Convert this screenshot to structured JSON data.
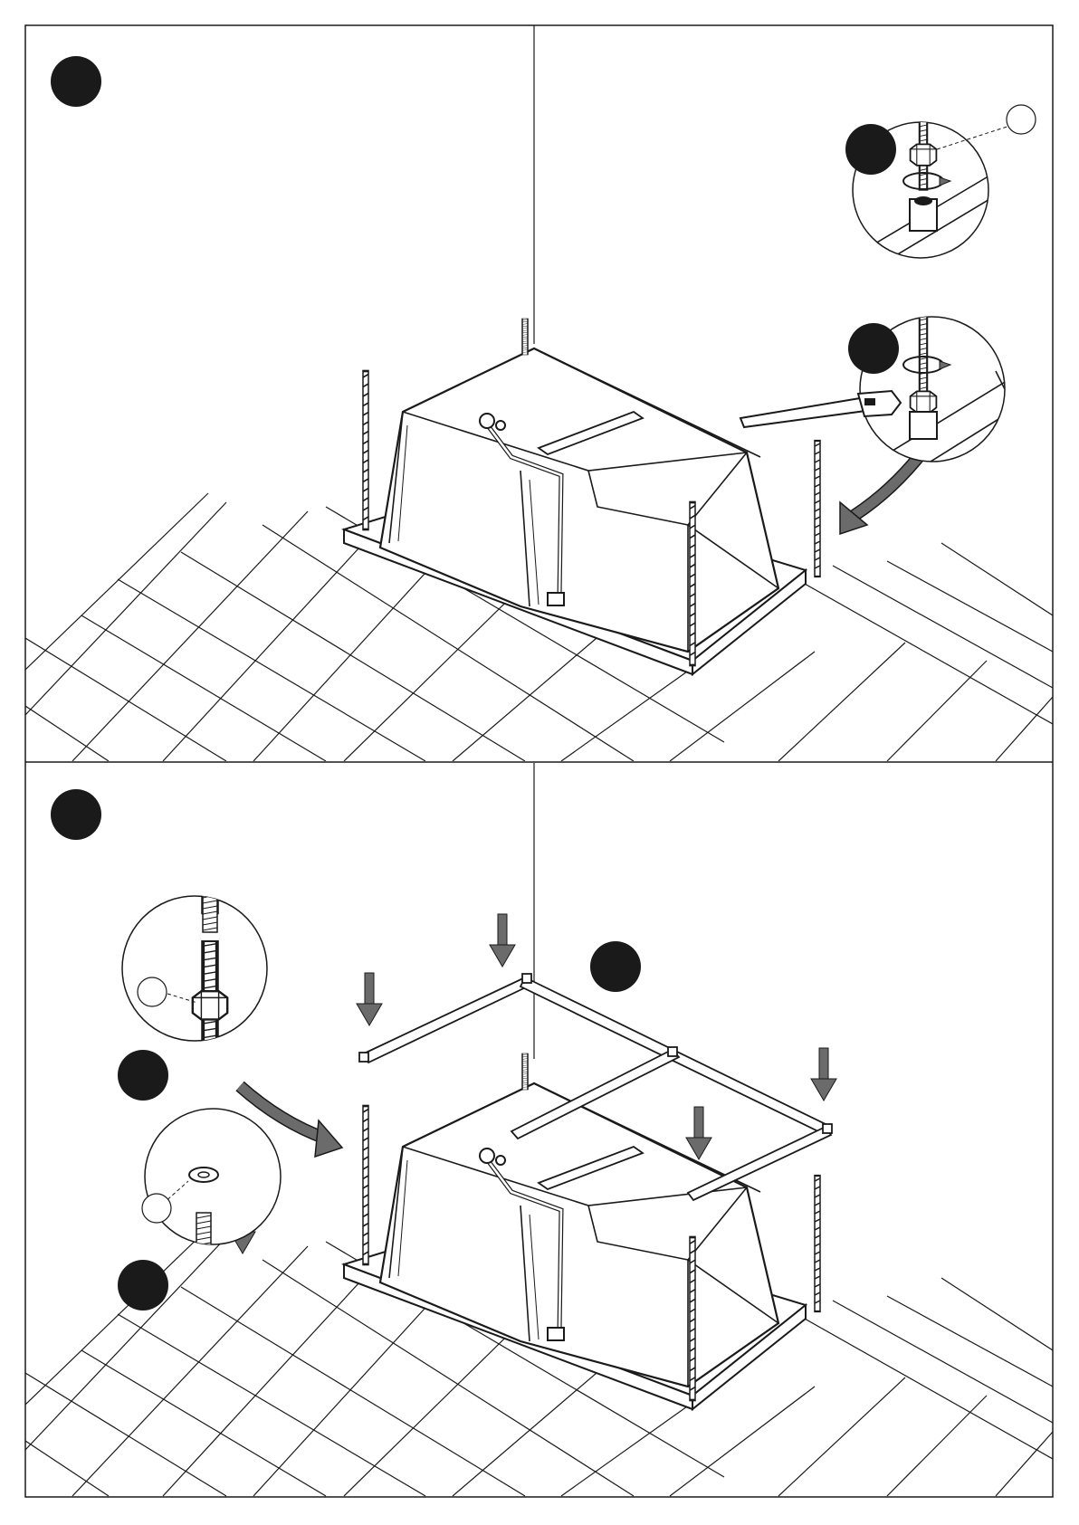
{
  "document": {
    "type": "assembly-instructions-page",
    "panels": [
      {
        "id": "upper",
        "step_marker": "",
        "details": [
          {
            "id": "nut-detail",
            "marker": "",
            "callout": ""
          },
          {
            "id": "wrench-detail",
            "marker": "",
            "callout": ""
          }
        ]
      },
      {
        "id": "lower",
        "step_marker": "",
        "frame_marker": "",
        "details": [
          {
            "id": "nut-on-rod-detail",
            "marker": "",
            "callout": ""
          },
          {
            "id": "washer-detail",
            "marker": "",
            "callout": ""
          }
        ]
      }
    ]
  },
  "colors": {
    "line": "#1a1a1a",
    "marker": "#1a1a1a",
    "arrow": "#6b6b6b",
    "paper": "#ffffff"
  },
  "icons": [
    "bathtub",
    "threaded-rod",
    "nut",
    "washer",
    "wrench",
    "frame",
    "floor-tiles",
    "rotate-arrow",
    "down-arrow"
  ]
}
